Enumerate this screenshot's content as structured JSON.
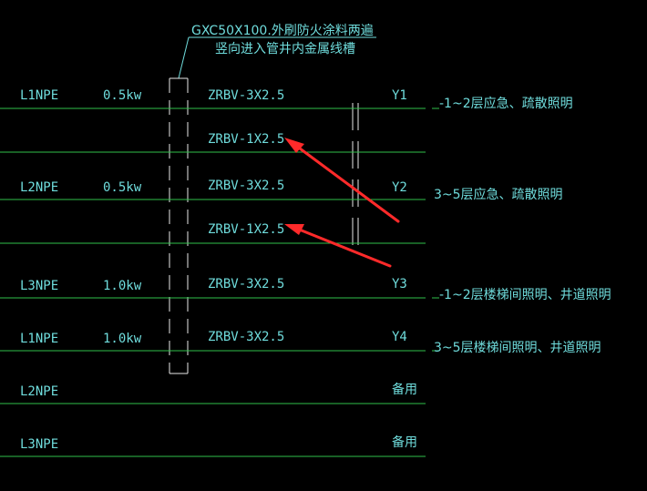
{
  "header": {
    "line1": "GXC50X100.外刷防火涂料两遍",
    "line2": "竖向进入管井内金属线槽"
  },
  "rows": [
    {
      "phase": "L1NPE",
      "power": "0.5kw",
      "cable": "ZRBV-3X2.5",
      "code": "Y1",
      "desc": "-1~2层应急、疏散照明",
      "cable2": "ZRBV-1X2.5"
    },
    {
      "phase": "L2NPE",
      "power": "0.5kw",
      "cable": "ZRBV-3X2.5",
      "code": "Y2",
      "desc": "3~5层应急、疏散照明",
      "cable2": "ZRBV-1X2.5"
    },
    {
      "phase": "L3NPE",
      "power": "1.0kw",
      "cable": "ZRBV-3X2.5",
      "code": "Y3",
      "desc": "-1~2层楼梯间照明、井道照明"
    },
    {
      "phase": "L1NPE",
      "power": "1.0kw",
      "cable": "ZRBV-3X2.5",
      "code": "Y4",
      "desc": "3~5层楼梯间照明、井道照明"
    },
    {
      "phase": "L2NPE",
      "code": "备用"
    },
    {
      "phase": "L3NPE",
      "code": "备用"
    }
  ],
  "colors": {
    "background": "#000000",
    "text": "#6fdcdc",
    "wire": "#2fbf4a",
    "arrow": "#ff2a2a",
    "outline": "#e8e8e8"
  }
}
